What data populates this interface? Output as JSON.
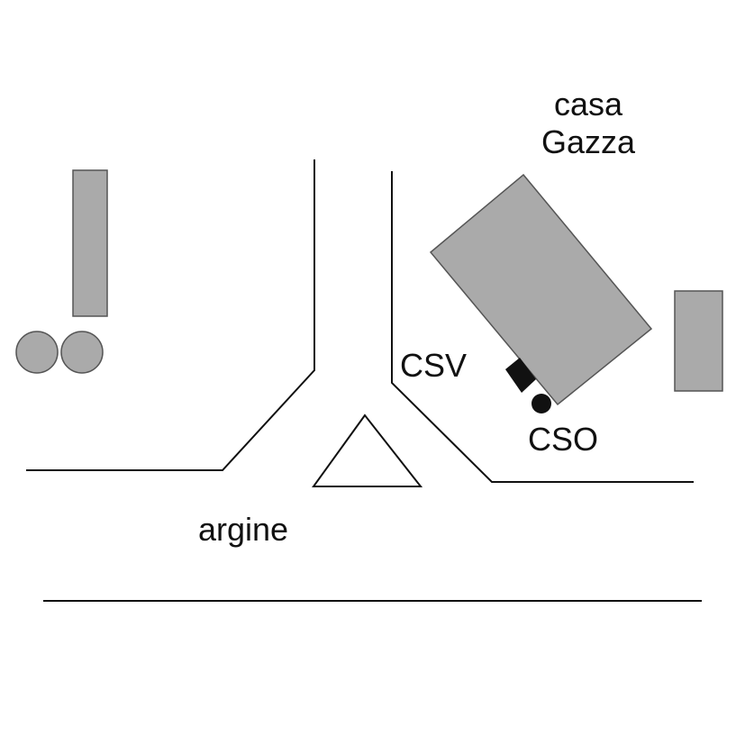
{
  "labels": {
    "casa_line1": "casa",
    "casa_line2": "Gazza",
    "csv": "CSV",
    "cso": "CSO",
    "argine": "argine"
  },
  "colors": {
    "building_fill": "#aaaaaa",
    "building_stroke": "#555555",
    "line": "#111111",
    "marker": "#111111",
    "background": "#ffffff"
  }
}
